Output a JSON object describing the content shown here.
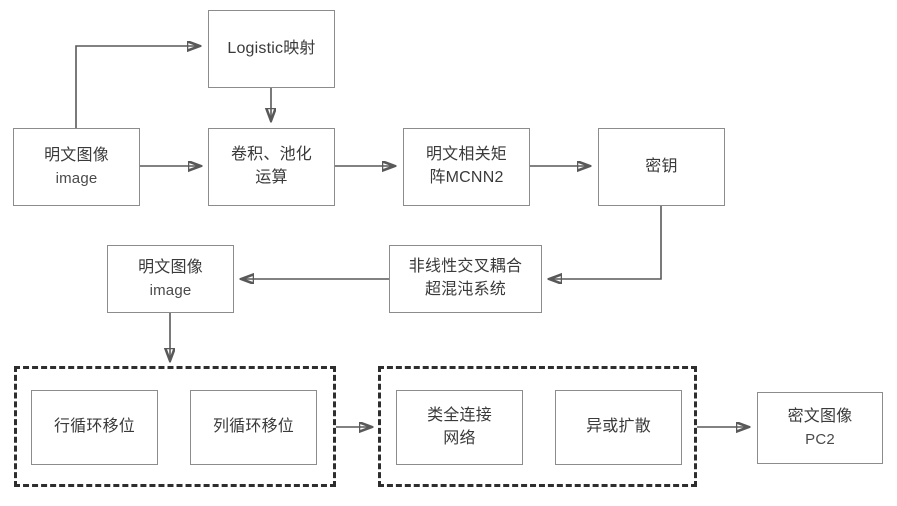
{
  "diagram": {
    "title": "Image Encryption Flowchart",
    "background_color": "#ffffff",
    "node_border_color": "#8c8c8c",
    "edge_color": "#595959",
    "dashed_group_color": "#2e2e2e"
  },
  "nodes": {
    "plaintext_image_top": {
      "line1": "明文图像",
      "line2": "image"
    },
    "logistic_map": {
      "line1": "Logistic映射"
    },
    "conv_pool": {
      "line1": "卷积、池化",
      "line2": "运算"
    },
    "plaintext_matrix": {
      "line1": "明文相关矩",
      "line2": "阵MCNN2"
    },
    "secret_key": {
      "line1": "密钥"
    },
    "plaintext_image_mid": {
      "line1": "明文图像",
      "line2": "image"
    },
    "hyperchaotic_system": {
      "line1": "非线性交叉耦合",
      "line2": "超混沌系统"
    },
    "row_cyclic_shift": {
      "line1": "行循环移位"
    },
    "col_cyclic_shift": {
      "line1": "列循环移位"
    },
    "fully_connected_net": {
      "line1": "类全连接",
      "line2": "网络"
    },
    "xor_diffusion": {
      "line1": "异或扩散"
    },
    "ciphertext_image": {
      "line1": "密文图像",
      "line2": "PC2"
    }
  },
  "groups": {
    "confusion_group": {
      "label": ""
    },
    "diffusion_group": {
      "label": ""
    }
  }
}
